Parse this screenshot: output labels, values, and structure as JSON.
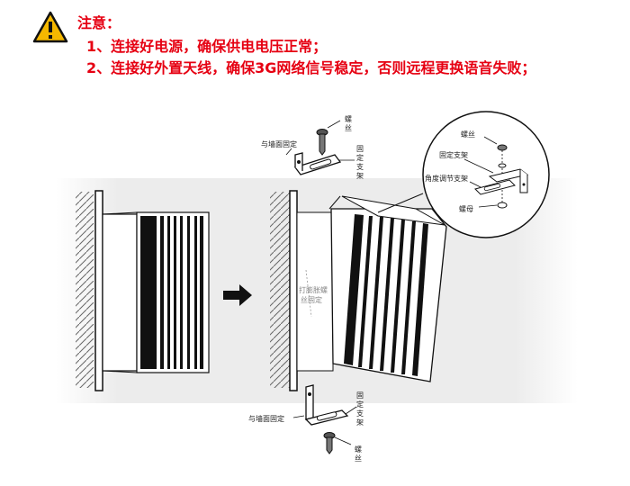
{
  "notice": {
    "title": "注意：",
    "lines": [
      "1、连接好电源，确保供电电压正常；",
      "2、连接好外置天线，确保3G网络信号稳定，否则远程更换语音失败；"
    ]
  },
  "labels": {
    "wall_fix_top": "与墙面固定",
    "screw_top": [
      "螺",
      "丝"
    ],
    "bracket_top": [
      "固",
      "定",
      "支",
      "架"
    ],
    "detail_screw": "螺丝",
    "detail_bracket": "固定支架",
    "detail_angle": "角度调节支架",
    "detail_nut": "螺母",
    "side_note": [
      "打膨胀螺",
      "丝固定"
    ],
    "wall_fix_bottom": "与墙面固定",
    "bracket_bottom": [
      "固",
      "定",
      "支",
      "架"
    ],
    "screw_bottom": [
      "螺",
      "丝"
    ]
  },
  "colors": {
    "warning_text": "#e60012",
    "warning_icon": "#f5b800"
  }
}
